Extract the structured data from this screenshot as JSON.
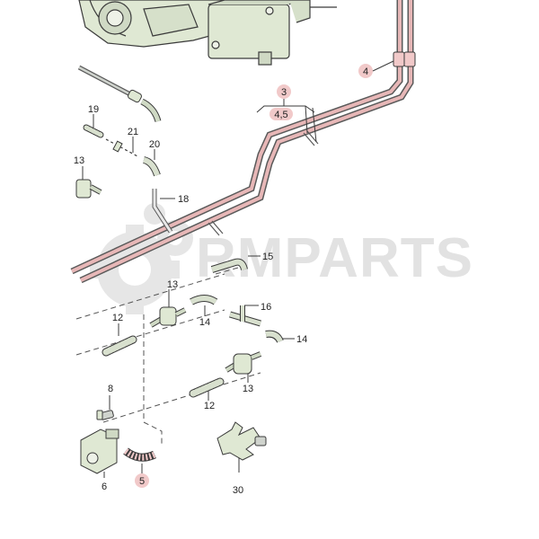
{
  "watermark": {
    "text": "RMPARTS",
    "color": "#e2e2e2"
  },
  "colors": {
    "pipe_outline": "#5a5a5a",
    "pipe_highlight": "#e7b7b7",
    "highlight_fill": "#f1c9c9",
    "part_green": "#dfe8d3",
    "part_gray": "#cfd3cd",
    "label": "#222222"
  },
  "callouts": {
    "c3": "3",
    "c45": "4,5",
    "c4": "4",
    "c19": "19",
    "c21": "21",
    "c20": "20",
    "c13a": "13",
    "c18": "18",
    "c15": "15",
    "c13b": "13",
    "c16": "16",
    "c12a": "12",
    "c14a": "14",
    "c14b": "14",
    "c13c": "13",
    "c8": "8",
    "c12b": "12",
    "c6": "6",
    "c5": "5",
    "c30": "30"
  }
}
